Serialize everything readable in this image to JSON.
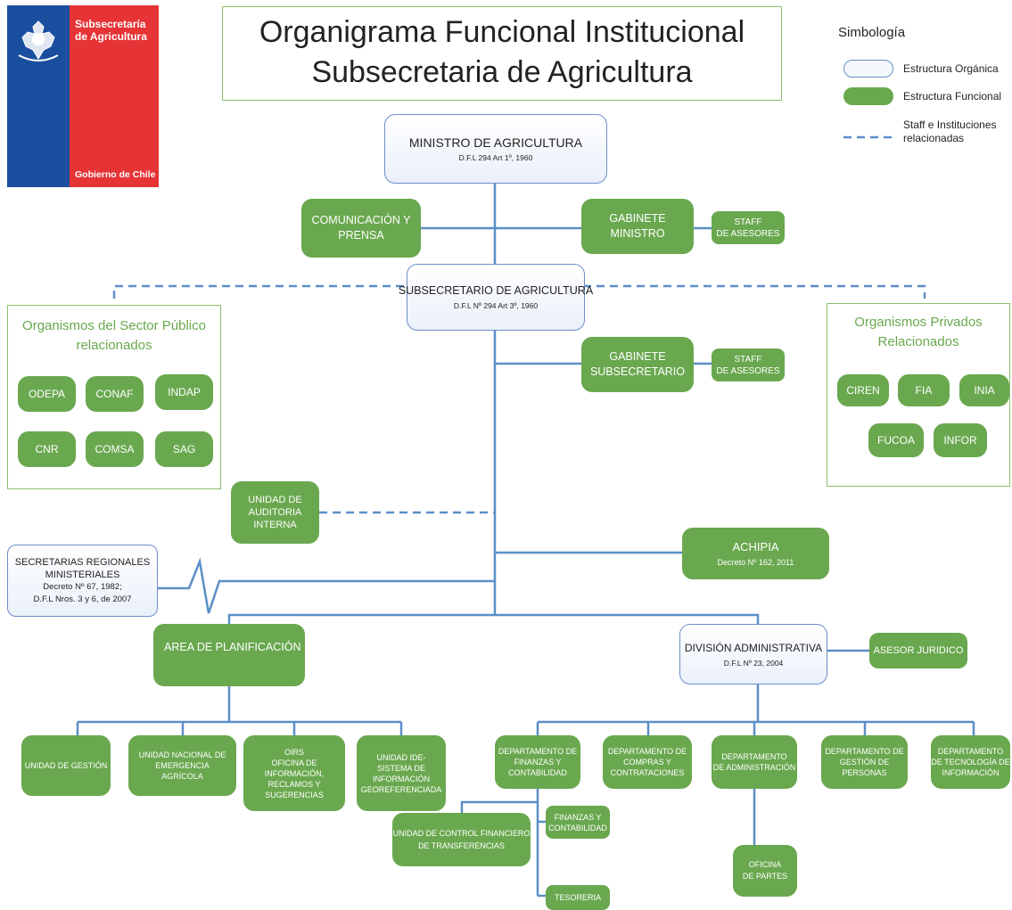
{
  "logo": {
    "line1": "Subsecretaría",
    "line2": "de Agricultura",
    "footer": "Gobierno de Chile"
  },
  "title": {
    "line1": "Organigrama Funcional Institucional",
    "line2": "Subsecretaria de Agricultura"
  },
  "legend": {
    "title": "Simbología",
    "organic": "Estructura Orgánica",
    "functional": "Estructura Funcional",
    "staff": "Staff e Instituciones\nrelacionadas"
  },
  "colors": {
    "functional": "#6aa84f",
    "organic_border": "#6b8fc7",
    "line": "#5b8ec9",
    "panel_border": "#8dbf6f",
    "logo_blue": "#1a4fa0",
    "logo_red": "#e53336"
  },
  "nodes": {
    "ministro": {
      "label": "MINISTRO DE AGRICULTURA",
      "sub": "D.F.L 294 Art 1º, 1960"
    },
    "comunicacion": {
      "label": "COMUNICACIÓN Y\nPRENSA"
    },
    "gabinete_ministro": {
      "label": "GABINETE\nMINISTRO"
    },
    "staff1": {
      "label": "STAFF\nDE ASESORES"
    },
    "subsecretario": {
      "label": "SUBSECRETARIO DE AGRICULTURA",
      "sub": "D.F.L Nº 294 Art 3º, 1960"
    },
    "gabinete_sub": {
      "label": "GABINETE\nSUBSECRETARIO"
    },
    "staff2": {
      "label": "STAFF\nDE ASESORES"
    },
    "auditoria": {
      "label": "UNIDAD DE\nAUDITORIA\nINTERNA"
    },
    "seremi": {
      "label": "SECRETARIAS REGIONALES\nMINISTERIALES",
      "sub": "Decreto Nº 67, 1982;\nD.F.L Nros. 3 y 6, de 2007"
    },
    "achipia": {
      "label": "ACHIPIA",
      "sub": "Decreto Nº 162, 2011"
    },
    "planificacion": {
      "label": "AREA DE PLANIFICACIÓN"
    },
    "division": {
      "label": "DIVISIÓN ADMINISTRATIVA",
      "sub": "D.F.L Nº 23, 2004"
    },
    "asesor": {
      "label": "ASESOR JURIDICO"
    },
    "u_gestion": {
      "label": "UNIDAD DE GESTIÓN"
    },
    "u_emergencia": {
      "label": "UNIDAD NACIONAL DE\nEMERGENCIA\nAGRÍCOLA"
    },
    "oirs": {
      "label": "OIRS\nOFICINA DE\nINFORMACIÓN,\nRECLAMOS Y\nSUGERENCIAS"
    },
    "ide": {
      "label": "UNIDAD IDE-\nSISTEMA DE\nINFORMACIÓN\nGEOREFERENCIADA"
    },
    "d_finanzas": {
      "label": "DEPARTAMENTO DE\nFINANZAS Y\nCONTABILIDAD"
    },
    "d_compras": {
      "label": "DEPARTAMENTO DE\nCOMPRAS Y\nCONTRATACIONES"
    },
    "d_admin": {
      "label": "DEPARTAMENTO\nDE ADMINISTRACIÓN"
    },
    "d_personas": {
      "label": "DEPARTAMENTO DE\nGESTIÓN DE\nPERSONAS"
    },
    "d_tecnologia": {
      "label": "DEPARTAMENTO\nDE TECNOLOGÍA DE\nINFORMACIÓN"
    },
    "u_control": {
      "label": "UNIDAD DE CONTROL FINANCIERO\nDE TRANSFERENCIAS"
    },
    "finanzas_cont": {
      "label": "FINANZAS Y\nCONTABILIDAD"
    },
    "tesoreria": {
      "label": "TESORERIA"
    },
    "oficina_partes": {
      "label": "OFICINA\nDE PARTES"
    }
  },
  "public_panel": {
    "title": "Organismos del Sector Público\nrelacionados",
    "items": [
      "ODEPA",
      "CONAF",
      "INDAP",
      "CNR",
      "COMSA",
      "SAG"
    ]
  },
  "private_panel": {
    "title": "Organismos Privados\nRelacionados",
    "items": [
      "CIREN",
      "FIA",
      "INIA",
      "FUCOA",
      "INFOR"
    ]
  }
}
